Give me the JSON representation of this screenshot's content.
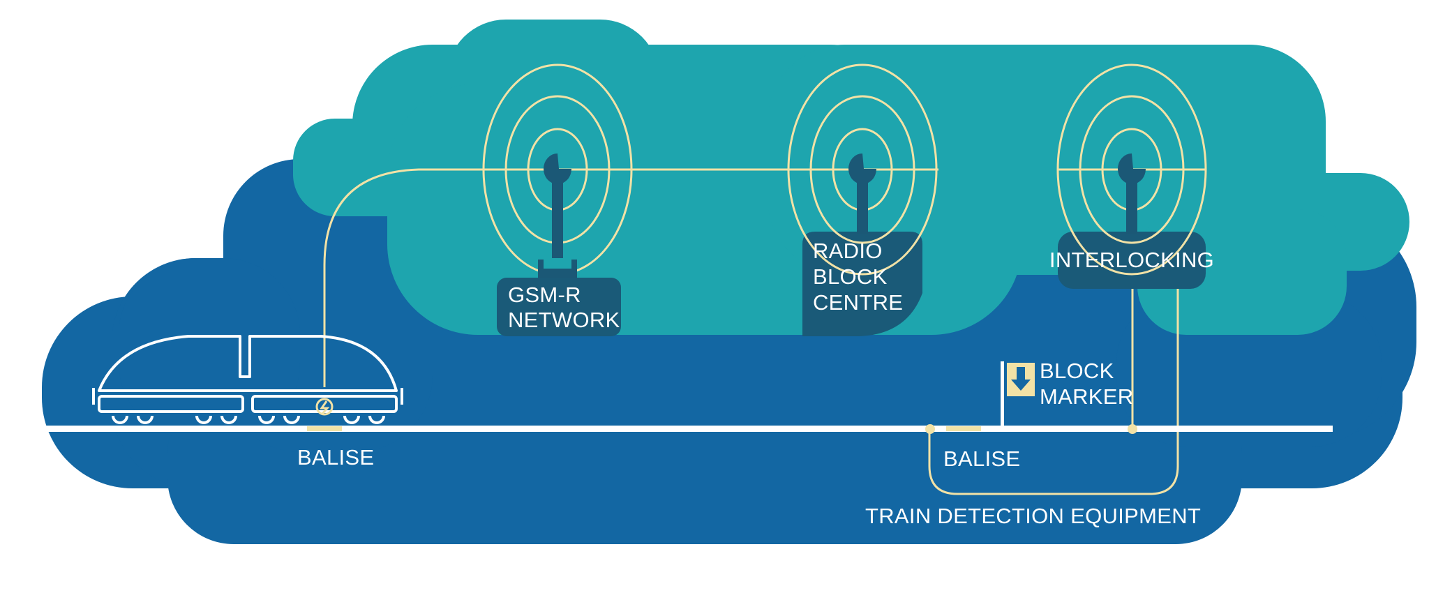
{
  "colors": {
    "background": "#ffffff",
    "outer_cloud": "#1367a3",
    "inner_cloud": "#1ea5ae",
    "accent_line": "#f2e2a6",
    "track": "#ffffff",
    "label_box": "#1a5a78",
    "mast": "#1b5876",
    "text": "#ffffff"
  },
  "labels": {
    "gsmr": [
      "GSM-R",
      "NETWORK"
    ],
    "rbc": [
      "RADIO",
      "BLOCK",
      "CENTRE"
    ],
    "interlocking": "INTERLOCKING",
    "block_marker": [
      "BLOCK",
      "MARKER"
    ],
    "balise_left": "BALISE",
    "balise_right": "BALISE",
    "train_detection": "TRAIN DETECTION EQUIPMENT"
  },
  "icons": {
    "antennas": [
      "radio-antenna-icon",
      "radio-antenna-icon",
      "radio-antenna-icon"
    ],
    "train": "train-icon",
    "block_marker": "down-arrow-icon"
  }
}
